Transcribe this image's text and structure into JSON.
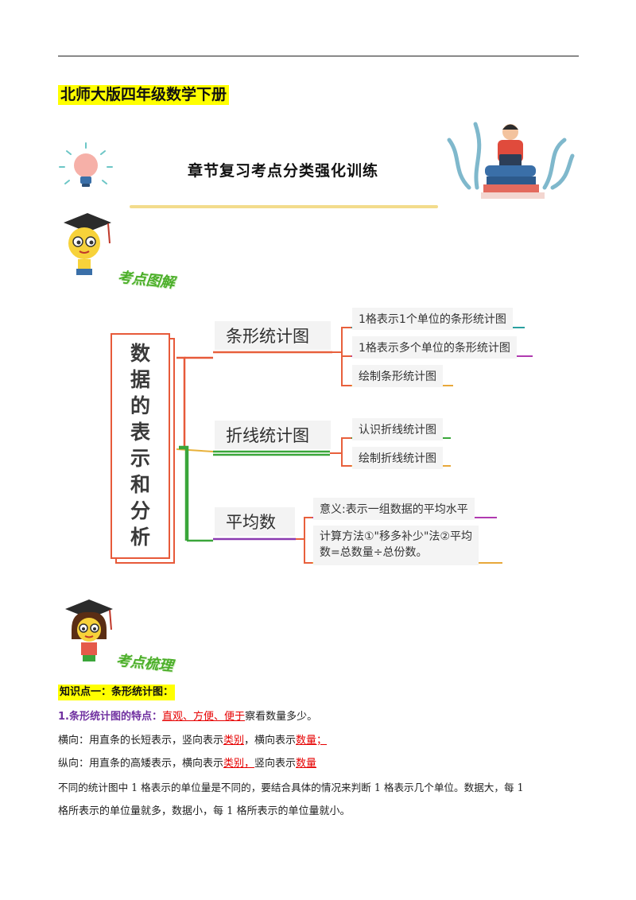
{
  "header": {
    "grade_title": "北师大版四年级数学下册",
    "chapter_title": "章节复习考点分类强化训练"
  },
  "section_labels": {
    "diagram": "考点图解",
    "summary": "考点梳理"
  },
  "mindmap": {
    "center": [
      "数",
      "据",
      "的",
      "表",
      "示",
      "和",
      "分",
      "析"
    ],
    "branches": [
      {
        "label": "条形统计图",
        "leaves": [
          "1格表示1个单位的条形统计图",
          "1格表示多个单位的条形统计图",
          "绘制条形统计图"
        ]
      },
      {
        "label": "折线统计图",
        "leaves": [
          "认识折线统计图",
          "绘制折线统计图"
        ]
      },
      {
        "label": "平均数",
        "leaves": [
          "意义:表示一组数据的平均水平",
          "计算方法①\"移多补少\"法②平均",
          "数=总数量÷总份数。"
        ]
      }
    ]
  },
  "knowledge": {
    "point1_title": "知识点一：条形统计图：",
    "features": {
      "label": "1.条形统计图的特点：",
      "t1": "直观",
      "s1": "、",
      "t2": "方便",
      "s2": "、",
      "t3": "便于",
      "tail": "察看数量多少。"
    },
    "horizontal": {
      "pre": "横向：用直条的长短表示，竖向表示",
      "k1": "类别",
      "mid": "，横向表示",
      "k2": "数量；"
    },
    "vertical": {
      "pre": "纵向：用直条的高矮表示，横向表示",
      "k1": "类别，",
      "mid": "竖向表示",
      "k2": "数量"
    },
    "para_line1": "不同的统计图中 1 格表示的单位量是不同的，要结合具体的情况来判断 1 格表示几个单位。数据大，每 1",
    "para_line2": "格所表示的单位量就多，数据小，每 1 格所表示的单位量就小。"
  },
  "colors": {
    "highlight": "#ffff00",
    "mindmap_red": "#e75a3a",
    "branch1": "#e8603c",
    "branch2": "#3aa63a",
    "branch3": "#8a3ab0",
    "purple_text": "#7030a0",
    "red_text": "#e60000"
  }
}
